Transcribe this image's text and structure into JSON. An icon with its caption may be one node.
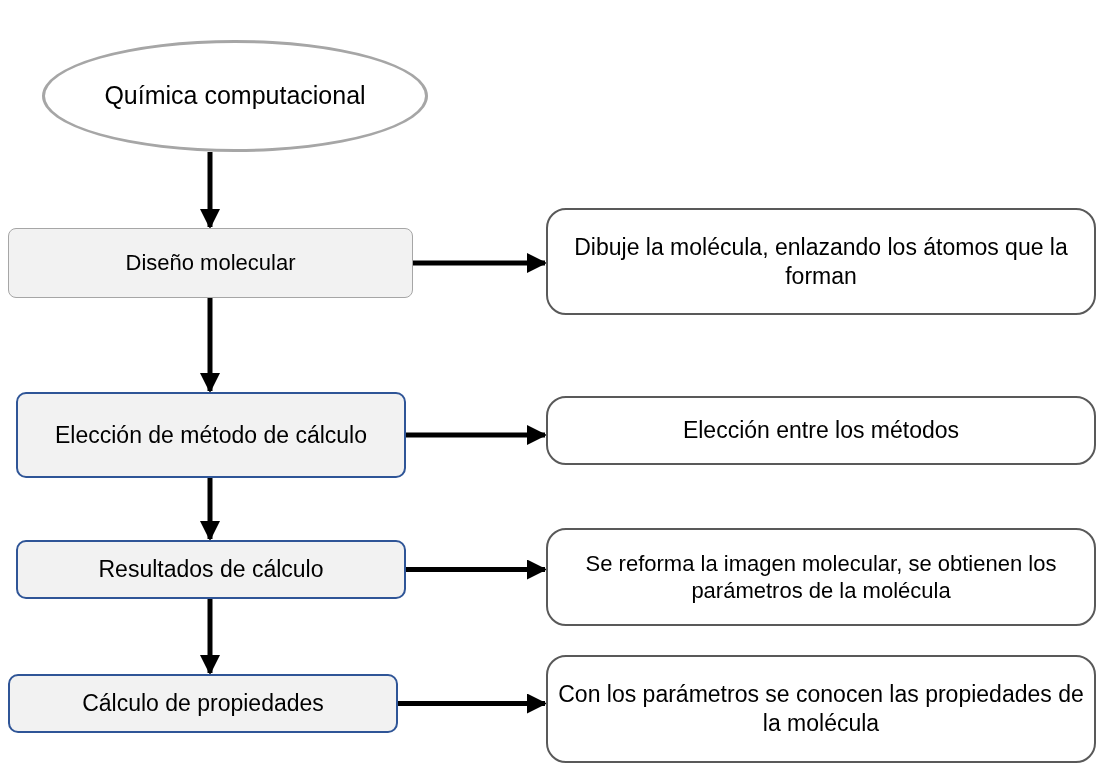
{
  "diagram": {
    "nodes": [
      {
        "text": [
          "Química computacional"
        ]
      },
      {
        "text": [
          "Diseño molecular"
        ]
      },
      {
        "text": [
          "Dibuje la molécula, enlazando los átomos que la forman"
        ]
      },
      {
        "text": [
          "Elección de método de cálculo"
        ]
      },
      {
        "text": [
          "Elección entre los métodos"
        ]
      },
      {
        "text": [
          "Resultados de cálculo"
        ]
      },
      {
        "text": [
          "Se reforma la imagen molecular, se obtienen los parámetros de la molécula"
        ]
      },
      {
        "text": [
          "Cálculo de propiedades"
        ]
      },
      {
        "text": [
          "Con los parámetros se conocen las propiedades de la molécula"
        ]
      }
    ],
    "edges": [
      {
        "from": 0,
        "to": 1,
        "arrow": "to"
      },
      {
        "from": 1,
        "to": 2,
        "arrow": "to"
      },
      {
        "from": 1,
        "to": 3,
        "arrow": "to"
      },
      {
        "from": 3,
        "to": 4,
        "arrow": "to"
      },
      {
        "from": 3,
        "to": 5,
        "arrow": "to"
      },
      {
        "from": 5,
        "to": 6,
        "arrow": "to"
      },
      {
        "from": 5,
        "to": 7,
        "arrow": "to"
      },
      {
        "from": 7,
        "to": 8,
        "arrow": "to"
      }
    ]
  }
}
